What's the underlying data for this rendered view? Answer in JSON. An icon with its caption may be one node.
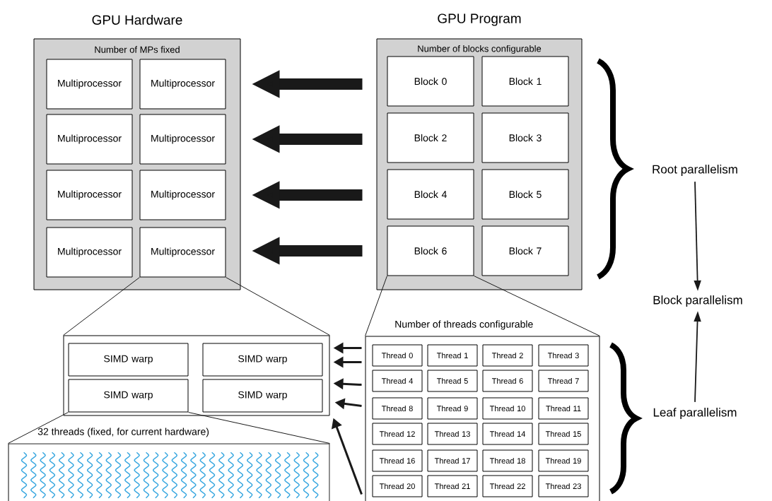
{
  "diagram": {
    "nodes": [
      {
        "text": [
          "GPU Hardware",
          "Number of MPs fixed"
        ]
      },
      {
        "text": [
          "Multiprocessor"
        ],
        "in": 0
      },
      {
        "text": [
          "Multiprocessor"
        ],
        "in": 0
      },
      {
        "text": [
          "Multiprocessor"
        ],
        "in": 0
      },
      {
        "text": [
          "Multiprocessor"
        ],
        "in": 0
      },
      {
        "text": [
          "Multiprocessor"
        ],
        "in": 0
      },
      {
        "text": [
          "Multiprocessor"
        ],
        "in": 0
      },
      {
        "text": [
          "Multiprocessor"
        ],
        "in": 0
      },
      {
        "text": [
          "Multiprocessor"
        ],
        "in": 0
      },
      {
        "text": [
          "GPU Program",
          "Number of blocks configurable"
        ]
      },
      {
        "text": [
          "Block 0"
        ],
        "in": 9
      },
      {
        "text": [
          "Block 1"
        ],
        "in": 9
      },
      {
        "text": [
          "Block 2"
        ],
        "in": 9
      },
      {
        "text": [
          "Block 3"
        ],
        "in": 9
      },
      {
        "text": [
          "Block 4"
        ],
        "in": 9
      },
      {
        "text": [
          "Block 5"
        ],
        "in": 9
      },
      {
        "text": [
          "Block 6"
        ],
        "in": 9
      },
      {
        "text": [
          "Block 7"
        ],
        "in": 9
      },
      {
        "text": [],
        "shape": "box"
      },
      {
        "text": [
          "SIMD warp"
        ],
        "in": 18
      },
      {
        "text": [
          "SIMD warp"
        ],
        "in": 18
      },
      {
        "text": [
          "SIMD warp"
        ],
        "in": 18
      },
      {
        "text": [
          "SIMD warp"
        ],
        "in": 18
      },
      {
        "text": [
          "32 threads (fixed, for current hardware)"
        ]
      },
      {
        "text": [
          "Number of threads configurable"
        ]
      },
      {
        "text": [
          "Thread 0"
        ],
        "in": 24
      },
      {
        "text": [
          "Thread 1"
        ],
        "in": 24
      },
      {
        "text": [
          "Thread 2"
        ],
        "in": 24
      },
      {
        "text": [
          "Thread 3"
        ],
        "in": 24
      },
      {
        "text": [
          "Thread 4"
        ],
        "in": 24
      },
      {
        "text": [
          "Thread 5"
        ],
        "in": 24
      },
      {
        "text": [
          "Thread 6"
        ],
        "in": 24
      },
      {
        "text": [
          "Thread 7"
        ],
        "in": 24
      },
      {
        "text": [
          "Thread 8"
        ],
        "in": 24
      },
      {
        "text": [
          "Thread 9"
        ],
        "in": 24
      },
      {
        "text": [
          "Thread 10"
        ],
        "in": 24
      },
      {
        "text": [
          "Thread 11"
        ],
        "in": 24
      },
      {
        "text": [
          "Thread 12"
        ],
        "in": 24
      },
      {
        "text": [
          "Thread 13"
        ],
        "in": 24
      },
      {
        "text": [
          "Thread 14"
        ],
        "in": 24
      },
      {
        "text": [
          "Thread 15"
        ],
        "in": 24
      },
      {
        "text": [
          "Thread 16"
        ],
        "in": 24
      },
      {
        "text": [
          "Thread 17"
        ],
        "in": 24
      },
      {
        "text": [
          "Thread 18"
        ],
        "in": 24
      },
      {
        "text": [
          "Thread 19"
        ],
        "in": 24
      },
      {
        "text": [
          "Thread 20"
        ],
        "in": 24
      },
      {
        "text": [
          "Thread 21"
        ],
        "in": 24
      },
      {
        "text": [
          "Thread 22"
        ],
        "in": 24
      },
      {
        "text": [
          "Thread 23"
        ],
        "in": 24
      },
      {
        "text": [
          "Root parallelism"
        ]
      },
      {
        "text": [
          "Block parallelism"
        ]
      },
      {
        "text": [
          "Leaf parallelism"
        ]
      }
    ],
    "edges": [
      {
        "from": 9,
        "to": 0,
        "arrow": "to",
        "style": "thick"
      },
      {
        "from": 9,
        "to": 0,
        "arrow": "to",
        "style": "thick"
      },
      {
        "from": 9,
        "to": 0,
        "arrow": "to",
        "style": "thick"
      },
      {
        "from": 9,
        "to": 0,
        "arrow": "to",
        "style": "thick"
      },
      {
        "from": 8,
        "to": 18,
        "arrow": "none"
      },
      {
        "from": 8,
        "to": 18,
        "arrow": "none"
      },
      {
        "from": 21,
        "to": 23,
        "arrow": "none"
      },
      {
        "from": 21,
        "to": 23,
        "arrow": "none"
      },
      {
        "from": 16,
        "to": 24,
        "arrow": "none"
      },
      {
        "from": 16,
        "to": 24,
        "arrow": "none"
      },
      {
        "from": 24,
        "to": 18,
        "arrow": "to"
      },
      {
        "from": 24,
        "to": 18,
        "arrow": "to"
      },
      {
        "from": 24,
        "to": 18,
        "arrow": "to"
      },
      {
        "from": 24,
        "to": 18,
        "arrow": "to"
      },
      {
        "from": 24,
        "to": 18,
        "arrow": "to"
      },
      {
        "from": 49,
        "to": 50,
        "arrow": "to"
      },
      {
        "from": 51,
        "to": 50,
        "arrow": "to"
      }
    ]
  }
}
